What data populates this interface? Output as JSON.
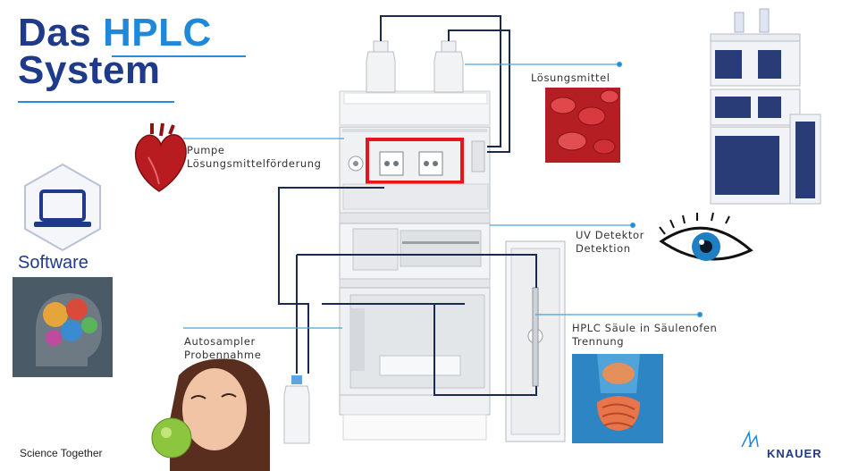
{
  "title": {
    "line1_a": "Das",
    "line1_b": "HPLC",
    "line2": "System"
  },
  "labels": {
    "pump_1": "Pumpe",
    "pump_2": "Lösungsmittelförderung",
    "solvent": "Lösungsmittel",
    "uv_1": "UV Detektor",
    "uv_2": "Detektion",
    "column_1": "HPLC Säule in Säulenofen",
    "column_2": "Trennung",
    "autosampler_1": "Autosampler",
    "autosampler_2": "Probennahme",
    "software": "Software"
  },
  "footer": {
    "tagline": "Science Together",
    "brand": "KNAUER"
  },
  "colors": {
    "title_dark": "#1f3a8a",
    "title_accent": "#1e88d9",
    "highlight": "#e8141b",
    "line": "#1b2a55",
    "callout": "#4aa3d8"
  }
}
